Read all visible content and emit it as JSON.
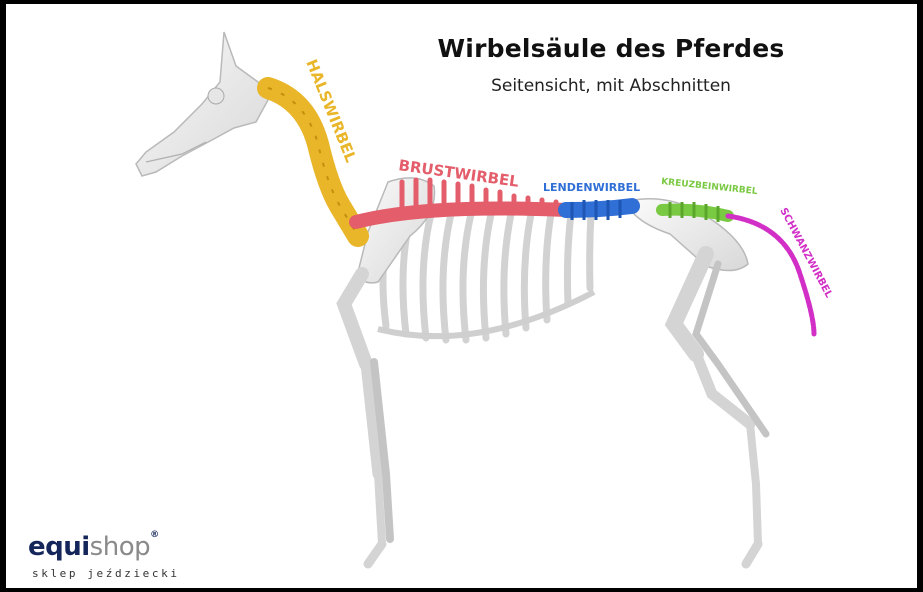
{
  "title": "Wirbelsäule des Pferdes",
  "subtitle": "Seitensicht, mit Abschnitten",
  "sections": [
    {
      "key": "halswirbel",
      "label": "HALSWIRBEL",
      "color": "#e9b62a"
    },
    {
      "key": "brustwirbel",
      "label": "BRUSTWIRBEL",
      "color": "#e35d6a"
    },
    {
      "key": "lendenwirbel",
      "label": "LENDENWIRBEL",
      "color": "#2f6fd6"
    },
    {
      "key": "kreuzbeinwirbel",
      "label": "KREUZBEINWIRBEL",
      "color": "#7ac943"
    },
    {
      "key": "schwanzwirbel",
      "label": "SCHWANZWIRBEL",
      "color": "#d22fc7"
    }
  ],
  "logo": {
    "part1": "equi",
    "part2": "shop",
    "mark": "®",
    "tagline": "sklep jeździecki",
    "color": "#15275a"
  }
}
